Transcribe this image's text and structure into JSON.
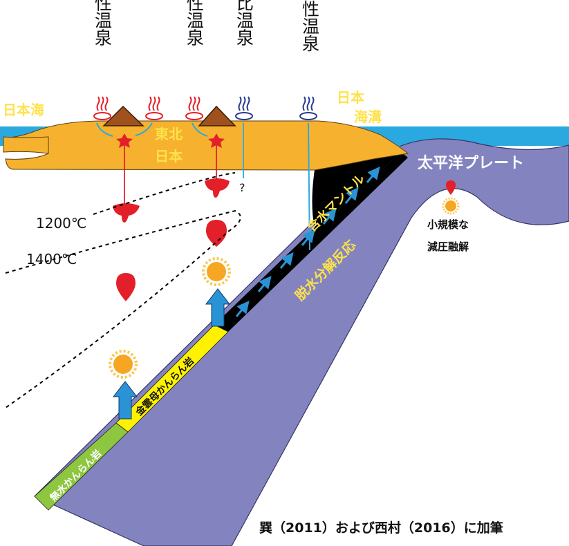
{
  "labels": {
    "spring_volcanic_1": "火山性温泉",
    "spring_volcanic_2": "火山性温泉",
    "spring_new": "新安比温泉",
    "spring_nonvolcanic": "非火山性温泉",
    "sea_japan": "日本海",
    "trench_line1": "日本",
    "trench_line2": "海溝",
    "tohoku_line1": "東北",
    "tohoku_line2": "日本",
    "pacific_plate": "太平洋プレート",
    "question": "?",
    "iso_1200": "1200℃",
    "iso_1400": "1400℃",
    "hydrous_mantle": "含水マントル",
    "dehydration": "脱水分解反応",
    "mica_peridotite": "金雲母かんらん岩",
    "anhydrous_peridotite": "無水かんらん岩",
    "small_melt_line1": "小規模な",
    "small_melt_line2": "減圧融解",
    "citation": "巽（2011）および西村（2016）に加筆"
  },
  "colors": {
    "sea": "#2aa9e0",
    "crust": "#f6b22f",
    "slab": "#8384bf",
    "mantle": "#000000",
    "mica_layer": "#fff200",
    "anhydrous_layer": "#8dc63f",
    "magma": "#e3202a",
    "hot_spring_volcanic": "#e3202a",
    "hot_spring_nonvolcanic": "#2b3a8c",
    "arrow_blue": "#2a93d5"
  }
}
